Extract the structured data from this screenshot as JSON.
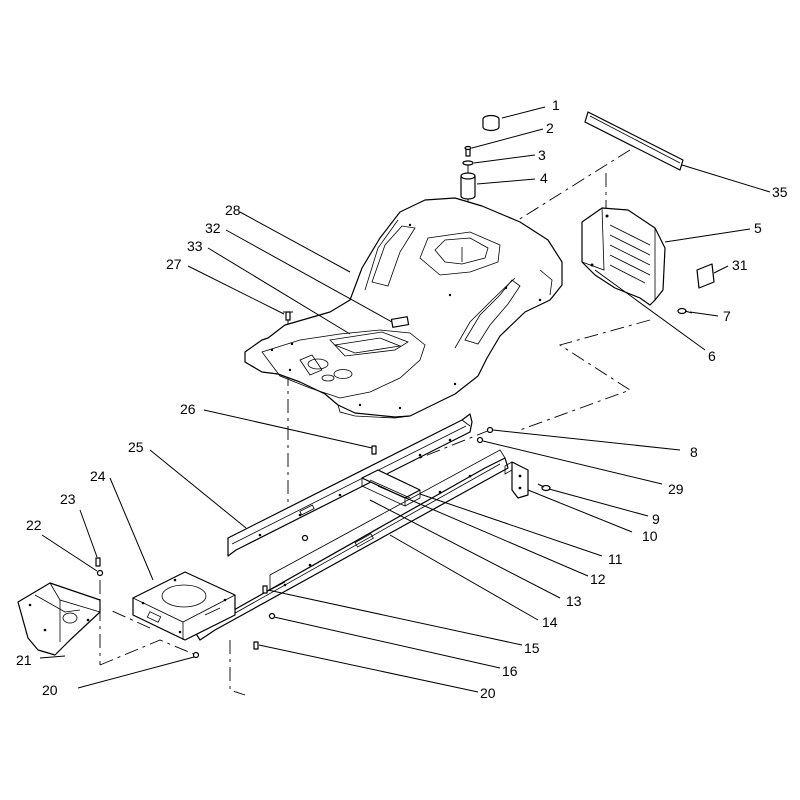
{
  "callouts": [
    {
      "id": "c1",
      "label": "1"
    },
    {
      "id": "c2",
      "label": "2"
    },
    {
      "id": "c3",
      "label": "3"
    },
    {
      "id": "c4",
      "label": "4"
    },
    {
      "id": "c35",
      "label": "35"
    },
    {
      "id": "c28",
      "label": "28"
    },
    {
      "id": "c32",
      "label": "32"
    },
    {
      "id": "c33",
      "label": "33"
    },
    {
      "id": "c27",
      "label": "27"
    },
    {
      "id": "c5",
      "label": "5"
    },
    {
      "id": "c31",
      "label": "31"
    },
    {
      "id": "c7",
      "label": "7"
    },
    {
      "id": "c6",
      "label": "6"
    },
    {
      "id": "c26",
      "label": "26"
    },
    {
      "id": "c8",
      "label": "8"
    },
    {
      "id": "c25",
      "label": "25"
    },
    {
      "id": "c24",
      "label": "24"
    },
    {
      "id": "c29",
      "label": "29"
    },
    {
      "id": "c9",
      "label": "9"
    },
    {
      "id": "c10",
      "label": "10"
    },
    {
      "id": "c23",
      "label": "23"
    },
    {
      "id": "c22",
      "label": "22"
    },
    {
      "id": "c11",
      "label": "11"
    },
    {
      "id": "c12",
      "label": "12"
    },
    {
      "id": "c13",
      "label": "13"
    },
    {
      "id": "c14",
      "label": "14"
    },
    {
      "id": "c15",
      "label": "15"
    },
    {
      "id": "c16",
      "label": "16"
    },
    {
      "id": "c21",
      "label": "21"
    },
    {
      "id": "c20a",
      "label": "20"
    },
    {
      "id": "c20b",
      "label": "20"
    }
  ]
}
